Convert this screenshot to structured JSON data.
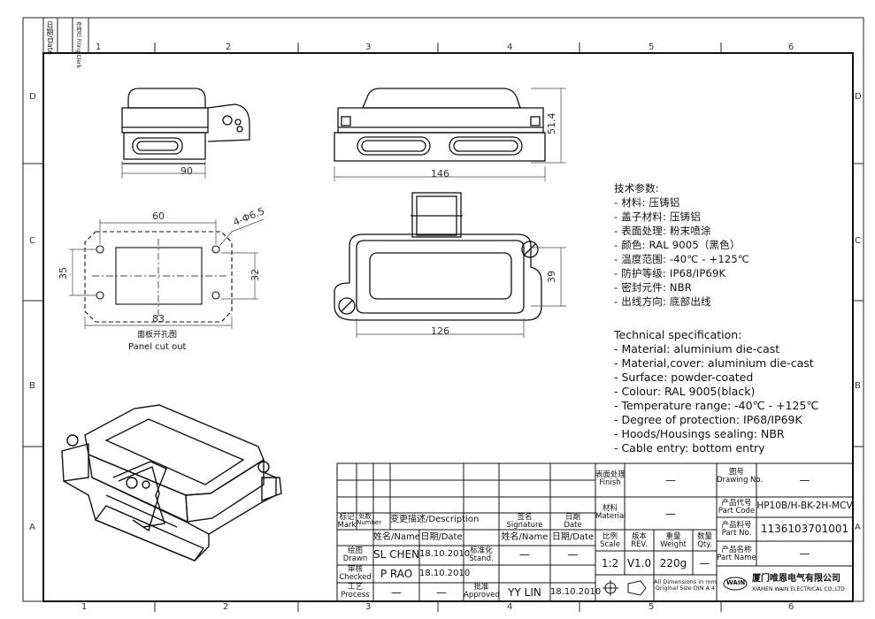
{
  "side_labels": {
    "date": "日期/Date",
    "filing": "存档员\nFiling Clerk"
  },
  "grid": {
    "cols": [
      "1",
      "2",
      "3",
      "4",
      "5",
      "6"
    ],
    "rows": [
      "D",
      "C",
      "B",
      "A"
    ]
  },
  "dimensions": {
    "side_width": "90",
    "front_width": "146",
    "front_height": "51.4",
    "cutout_width_top": "60",
    "cutout_holes": "4-Φ6.5",
    "cutout_height_left": "35",
    "cutout_height_right": "32",
    "cutout_width_bottom": "83",
    "top_width": "126",
    "top_height": "39"
  },
  "panel_cutout": {
    "cn": "面板开孔图",
    "en": "Panel cut out"
  },
  "tech_cn": {
    "title": "技术参数:",
    "items": [
      "- 材料: 压铸铝",
      "- 盖子材料: 压铸铝",
      "- 表面处理: 粉末喷涂",
      "- 颜色: RAL 9005（黑色）",
      "- 温度范围: -40℃ - +125℃",
      "- 防护等级: IP68/IP69K",
      "- 密封元件: NBR",
      "- 出线方向: 底部出线"
    ]
  },
  "tech_en": {
    "title": "Technical specification:",
    "items": [
      "- Material: aluminium die-cast",
      "- Material,cover: aluminium die-cast",
      "- Surface: powder-coated",
      "- Colour: RAL 9005(black)",
      "- Temperature range: -40℃ - +125℃",
      "- Degree of protection: IP68/IP69K",
      "- Hoods/Housings sealing: NBR",
      "- Cable entry: bottom entry"
    ]
  },
  "title_block": {
    "mark": "标记\nMark",
    "number": "处数\nNumber",
    "change_desc": "变更描述/Description",
    "signature": "签名\nSignature",
    "date_hdr": "日期\nDate",
    "name_hdr": "姓名/Name",
    "date_hdr2": "日期/Date",
    "std_hdr": "标准化\nStand.",
    "name_hdr2": "姓名/Name",
    "date_hdr3": "日期/Date",
    "drawn": "绘图\nDrawn",
    "drawn_name": "SL CHEN",
    "drawn_date": "18.10.2010",
    "checked": "审核\nChecked",
    "checked_name": "P RAO",
    "checked_date": "18.10.2010",
    "process": "工艺\nProcess",
    "process_name": "—",
    "process_date": "—",
    "std_val": "—",
    "std_val2": "—",
    "approved": "批准\nApproved",
    "approved_name": "YY LIN",
    "approved_date": "18.10.2010",
    "finish": "表面处理\nFinish",
    "finish_val": "—",
    "material": "材料\nMaterial",
    "material_val": "—",
    "scale": "比例\nScale",
    "rev": "版本\nREV.",
    "weight": "重量\nWeight",
    "qty": "数量\nQty.",
    "scale_val": "1:2",
    "rev_val": "V1.0",
    "weight_val": "220g",
    "qty_val": "—",
    "dims_note": "All Dimensions in mm\nOriginal Size DIN A 4",
    "drawing_no": "图号\nDrawing No.",
    "drawing_no_val": "—",
    "part_code": "产品代号\nPart Code",
    "part_code_val": "HP10B/H-BK-2H-MCV",
    "part_no": "产品料号\nPart No.",
    "part_no_val": "1136103701001",
    "part_name": "产品名称\nPart Name",
    "part_name_val": "—",
    "logo": "WAIN",
    "company_cn": "厦门唯恩电气有限公司",
    "company_en": "XIAMEN WAIN ELECTRICAL CO.,LTD"
  }
}
